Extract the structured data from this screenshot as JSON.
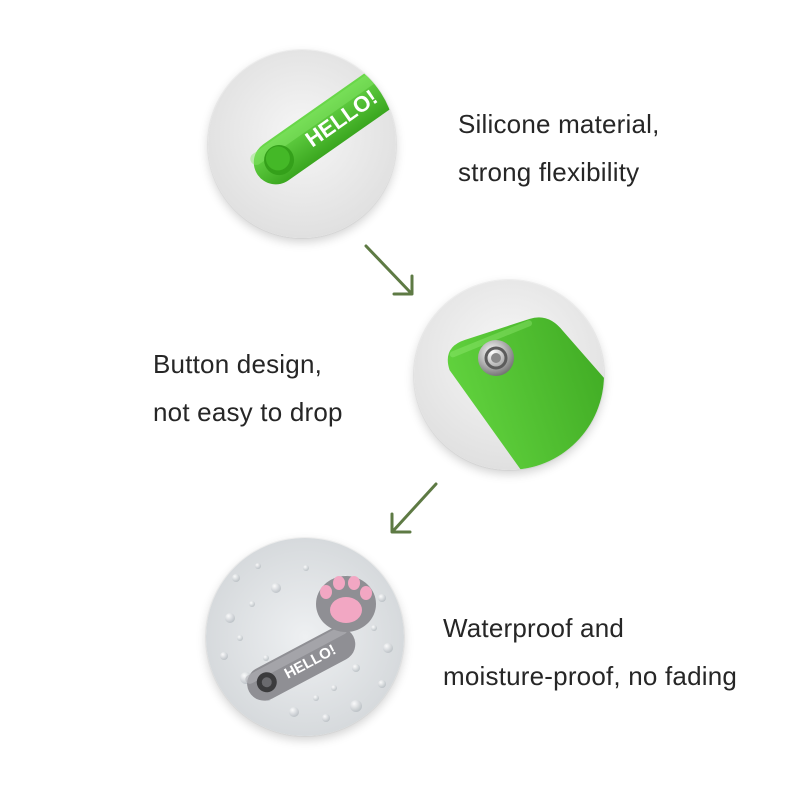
{
  "features": [
    {
      "caption_lines": [
        "Silicone material,",
        "strong flexibility"
      ],
      "strap_text": "HELLO!",
      "strap_color": "#4cc72e"
    },
    {
      "caption_lines": [
        "Button design,",
        "not easy to drop"
      ],
      "strap_color": "#52c52c"
    },
    {
      "caption_lines": [
        "Waterproof and",
        "moisture-proof, no fading"
      ],
      "strap_text": "HELLO!",
      "strap_color": "#8f8f94",
      "paw_color": "#f2a7c3"
    }
  ],
  "colors": {
    "arrow": "#5e7a44",
    "text": "#262626",
    "background": "#ffffff"
  },
  "icons": [
    "arrow-down-right-icon",
    "arrow-down-left-icon"
  ]
}
